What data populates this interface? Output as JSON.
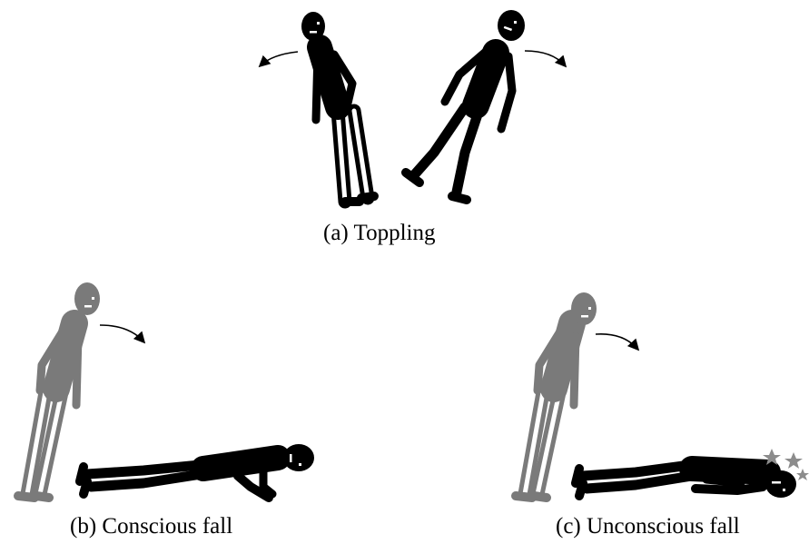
{
  "captions": {
    "a": "(a) Toppling",
    "b": "(b) Conscious fall",
    "c": "(c) Unconscious fall"
  },
  "colors": {
    "figure_black": "#000000",
    "figure_gray": "#7a7a7a",
    "stars_gray": "#8c8c8c"
  }
}
